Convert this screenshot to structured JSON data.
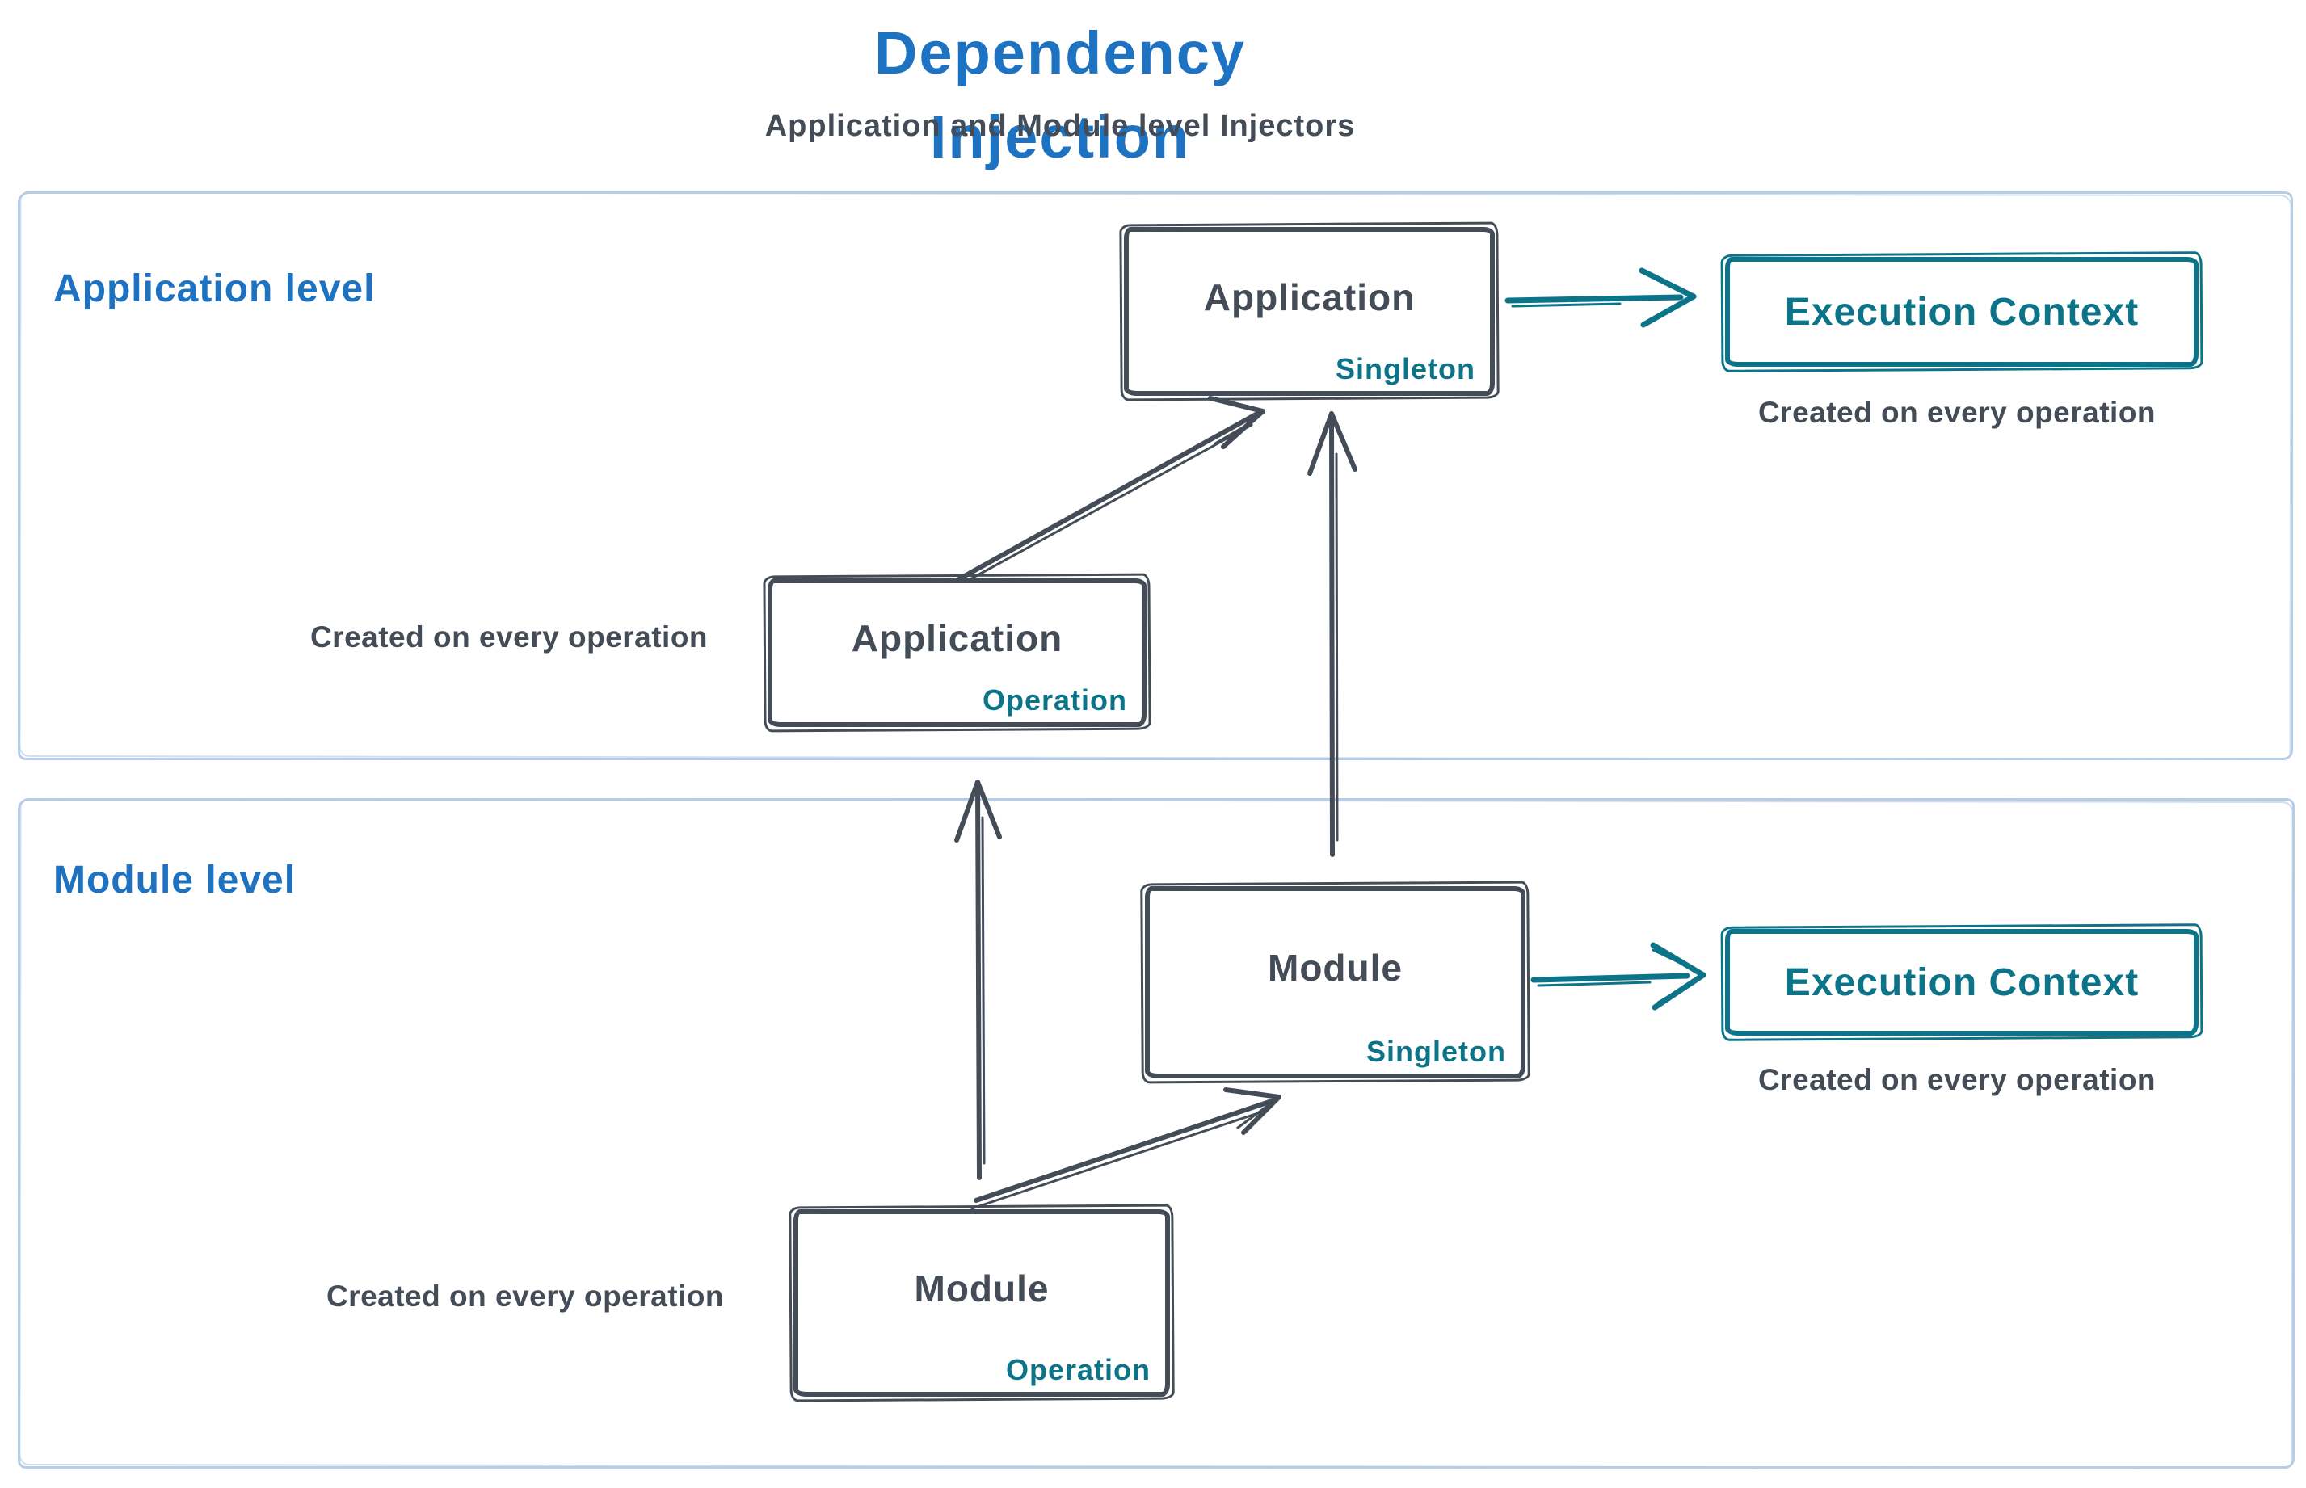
{
  "title": "Dependency Injection",
  "subtitle": "Application and Module level Injectors",
  "colors": {
    "title_blue": "#1d72c2",
    "stroke_dark": "#434c57",
    "accent_teal": "#0c7489",
    "section_frame_blue": "#b7cde7"
  },
  "sections": {
    "application": {
      "label": "Application level"
    },
    "module": {
      "label": "Module level"
    }
  },
  "nodes": {
    "app_singleton": {
      "title": "Application",
      "tag": "Singleton"
    },
    "app_operation": {
      "title": "Application",
      "tag": "Operation",
      "caption": "Created on every operation"
    },
    "app_exec": {
      "title": "Execution Context",
      "caption": "Created on every operation"
    },
    "module_singleton": {
      "title": "Module",
      "tag": "Singleton"
    },
    "module_operation": {
      "title": "Module",
      "tag": "Operation",
      "caption": "Created on every operation"
    },
    "module_exec": {
      "title": "Execution Context",
      "caption": "Created on every operation"
    }
  }
}
